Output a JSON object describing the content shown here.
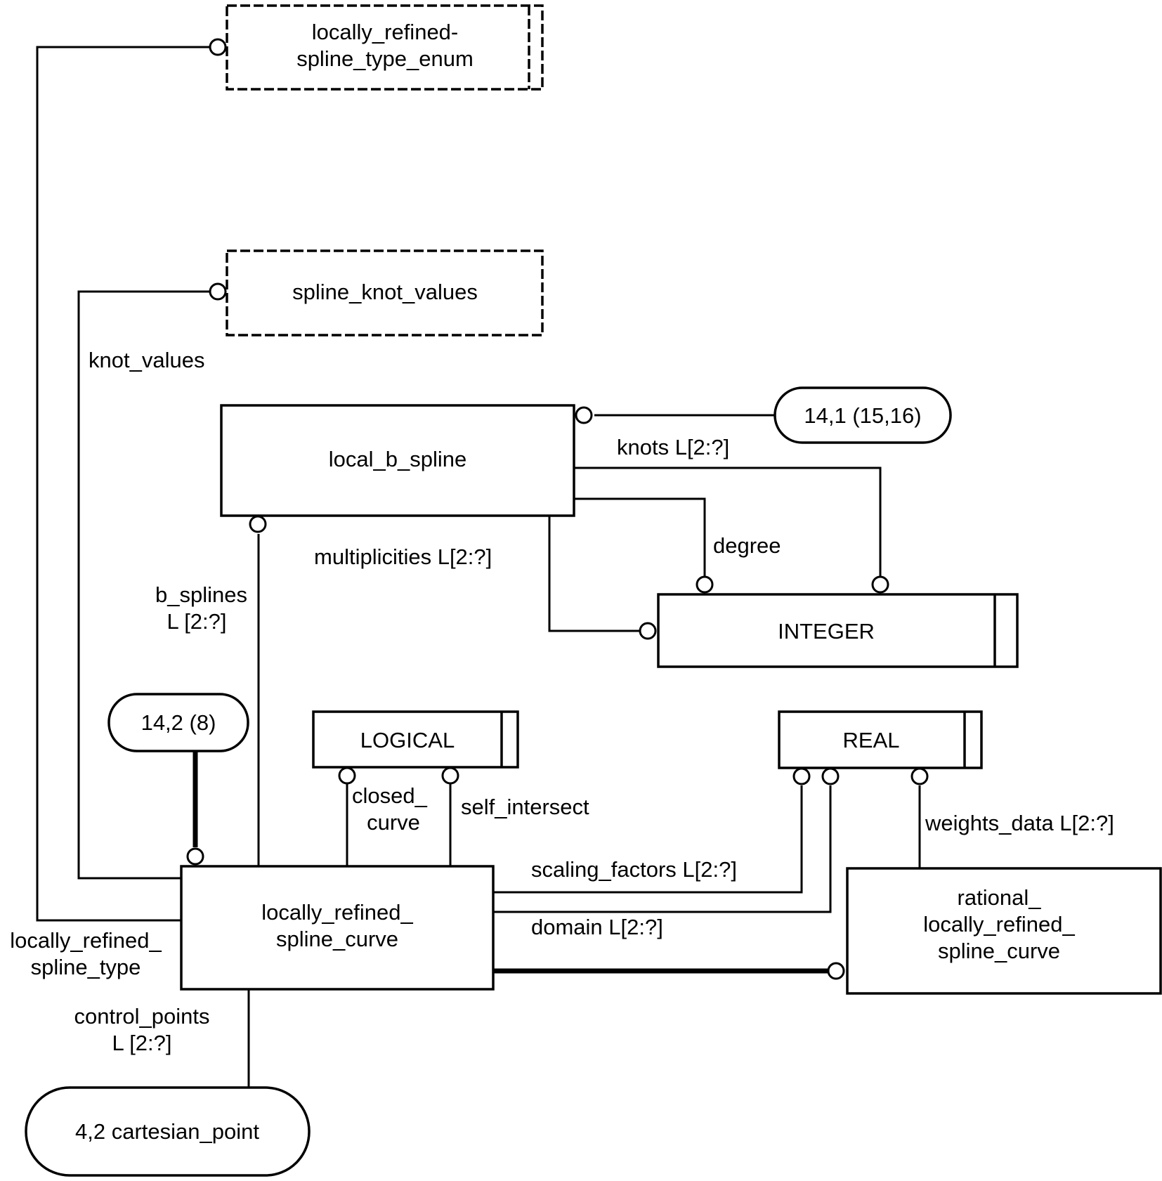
{
  "diagram": {
    "type": "EXPRESS-G entity diagram",
    "defined_types": [
      {
        "id": "enum",
        "label_lines": [
          "locally_refined-",
          "spline_type_enum"
        ]
      },
      {
        "id": "knot",
        "label_lines": [
          "spline_knot_values"
        ]
      }
    ],
    "entities": [
      {
        "id": "local_b_spline",
        "label_lines": [
          "local_b_spline"
        ]
      },
      {
        "id": "lrsc",
        "label_lines": [
          "locally_refined_",
          "spline_curve"
        ]
      },
      {
        "id": "rational",
        "label_lines": [
          "rational_",
          "locally_refined_",
          "spline_curve"
        ]
      }
    ],
    "simple_types": [
      {
        "id": "integer",
        "label": "INTEGER"
      },
      {
        "id": "logical",
        "label": "LOGICAL"
      },
      {
        "id": "real",
        "label": "REAL"
      }
    ],
    "page_refs": [
      {
        "id": "ref_14_1",
        "label": "14,1 (15,16)"
      },
      {
        "id": "ref_14_2",
        "label": "14,2 (8)"
      },
      {
        "id": "ref_4_2",
        "label": "4,2 cartesian_point"
      }
    ],
    "relationships": [
      {
        "name": "knot_values",
        "label_lines": [
          "knot_values"
        ],
        "from": "lrsc",
        "to": "knot"
      },
      {
        "name": "locally_refined_spline_type",
        "label_lines": [
          "locally_refined_",
          "spline_type"
        ],
        "from": "lrsc",
        "to": "enum"
      },
      {
        "name": "knots",
        "label_lines": [
          "knots L[2:?]"
        ],
        "from": "local_b_spline",
        "to": "integer"
      },
      {
        "name": "degree",
        "label_lines": [
          "degree"
        ],
        "from": "local_b_spline",
        "to": "integer"
      },
      {
        "name": "multiplicities",
        "label_lines": [
          "multiplicities L[2:?]"
        ],
        "from": "local_b_spline",
        "to": "integer"
      },
      {
        "name": "b_splines",
        "label_lines": [
          "b_splines",
          "L [2:?]"
        ],
        "from": "lrsc",
        "to": "local_b_spline"
      },
      {
        "name": "closed_curve",
        "label_lines": [
          "closed_",
          "curve"
        ],
        "from": "lrsc",
        "to": "logical"
      },
      {
        "name": "self_intersect",
        "label_lines": [
          "self_intersect"
        ],
        "from": "lrsc",
        "to": "logical"
      },
      {
        "name": "scaling_factors",
        "label_lines": [
          "scaling_factors L[2:?]"
        ],
        "from": "lrsc",
        "to": "real"
      },
      {
        "name": "domain",
        "label_lines": [
          "domain L[2:?]"
        ],
        "from": "lrsc",
        "to": "real"
      },
      {
        "name": "weights_data",
        "label_lines": [
          "weights_data L[2:?]"
        ],
        "from": "rational",
        "to": "real"
      },
      {
        "name": "control_points",
        "label_lines": [
          "control_points",
          "L [2:?]"
        ],
        "from": "lrsc",
        "to": "ref_4_2"
      }
    ]
  }
}
